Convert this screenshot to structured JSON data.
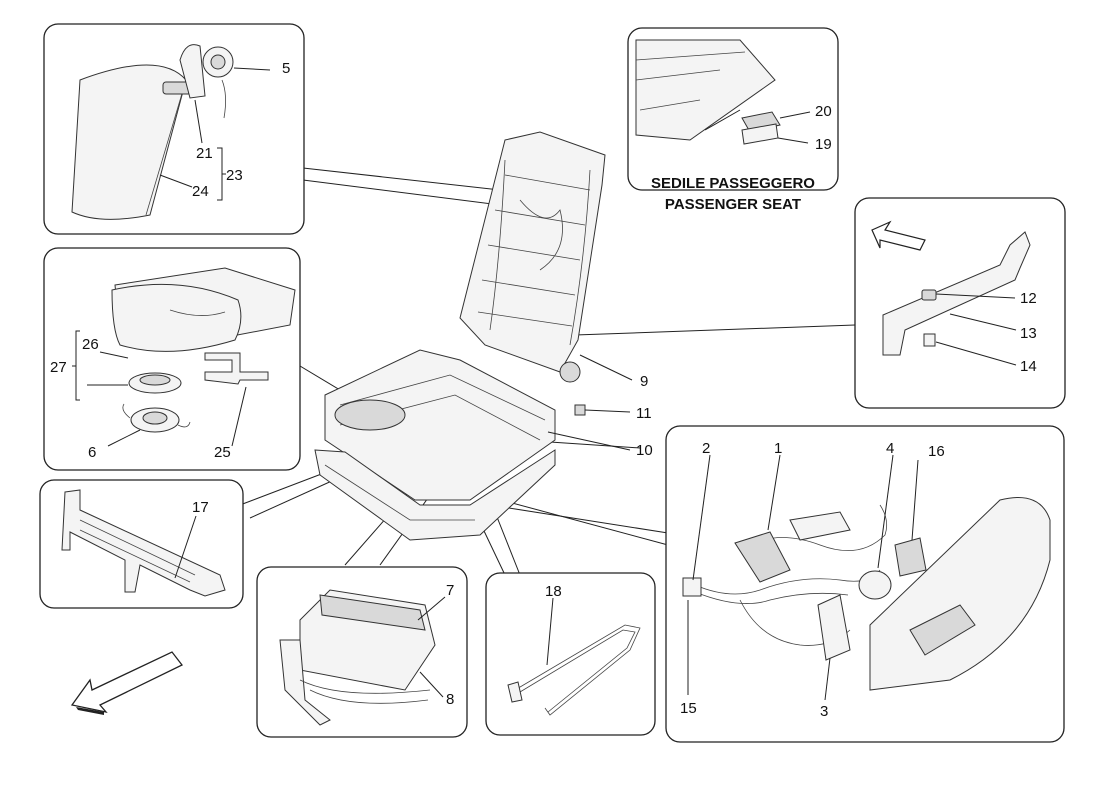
{
  "caption": {
    "line1": "SEDILE PASSEGGERO",
    "line2": "PASSENGER SEAT"
  },
  "callouts": {
    "c1": "1",
    "c2": "2",
    "c3": "3",
    "c4": "4",
    "c5": "5",
    "c6": "6",
    "c7": "7",
    "c8": "8",
    "c9": "9",
    "c10": "10",
    "c11": "11",
    "c12": "12",
    "c13": "13",
    "c14": "14",
    "c15": "15",
    "c16": "16",
    "c17": "17",
    "c18": "18",
    "c19": "19",
    "c20": "20",
    "c21": "21",
    "c23": "23",
    "c24": "24",
    "c25": "25",
    "c26": "26",
    "c27": "27"
  },
  "icons": {
    "direction_arrows": [
      "up-right-arrow-icon",
      "down-left-arrow-icon"
    ]
  }
}
